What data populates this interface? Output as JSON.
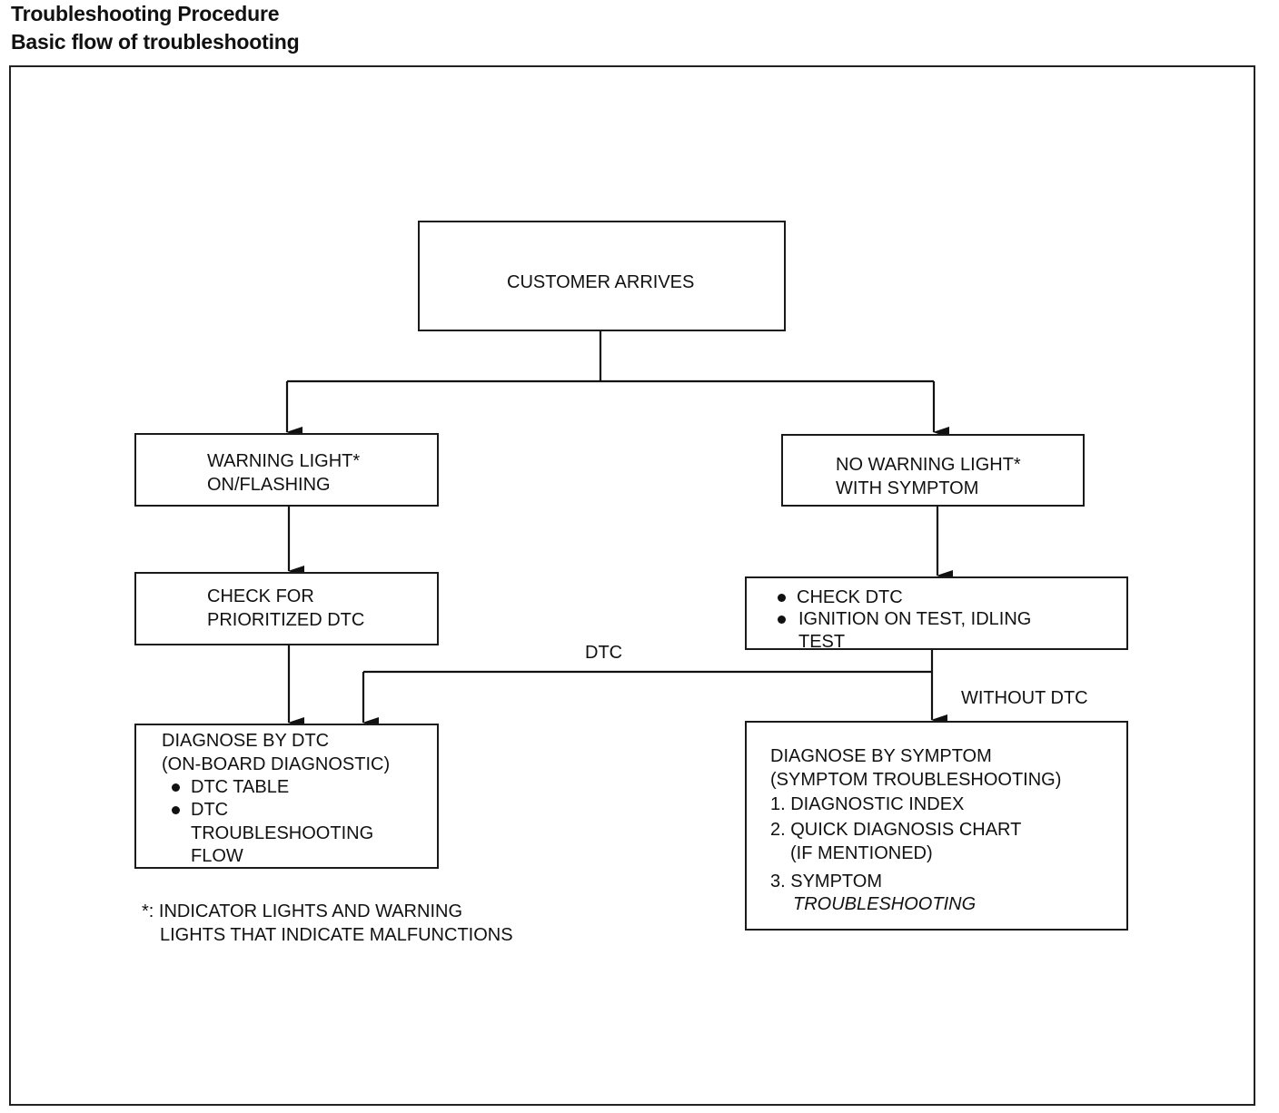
{
  "header": {
    "title": "Troubleshooting Procedure",
    "subtitle": "Basic flow of troubleshooting"
  },
  "nodes": {
    "customer_arrives": {
      "label": "CUSTOMER ARRIVES"
    },
    "warning_light": {
      "lines": [
        "WARNING LIGHT*",
        "ON/FLASHING"
      ]
    },
    "no_warning_light": {
      "lines": [
        "NO WARNING LIGHT*",
        "WITH SYMPTOM"
      ]
    },
    "check_prioritized": {
      "lines": [
        "CHECK FOR",
        "PRIORITIZED DTC"
      ]
    },
    "check_dtc": {
      "bullets": [
        "CHECK DTC",
        "IGNITION ON TEST, IDLING",
        "TEST"
      ]
    },
    "diagnose_dtc": {
      "lines": [
        "DIAGNOSE BY DTC",
        "(ON-BOARD DIAGNOSTIC)"
      ],
      "bullets": [
        "DTC TABLE",
        "DTC",
        "TROUBLESHOOTING",
        "FLOW"
      ]
    },
    "diagnose_symptom": {
      "lines": [
        "DIAGNOSE BY SYMPTOM",
        "(SYMPTOM TROUBLESHOOTING)"
      ],
      "items": [
        "1. DIAGNOSTIC INDEX",
        "2. QUICK DIAGNOSIS CHART",
        "(IF MENTIONED)",
        "3. SYMPTOM",
        "TROUBLESHOOTING"
      ]
    }
  },
  "edge_labels": {
    "dtc": "DTC",
    "without_dtc": "WITHOUT DTC"
  },
  "footnote": {
    "lines": [
      "*: INDICATOR LIGHTS AND WARNING",
      "LIGHTS THAT INDICATE MALFUNCTIONS"
    ]
  }
}
